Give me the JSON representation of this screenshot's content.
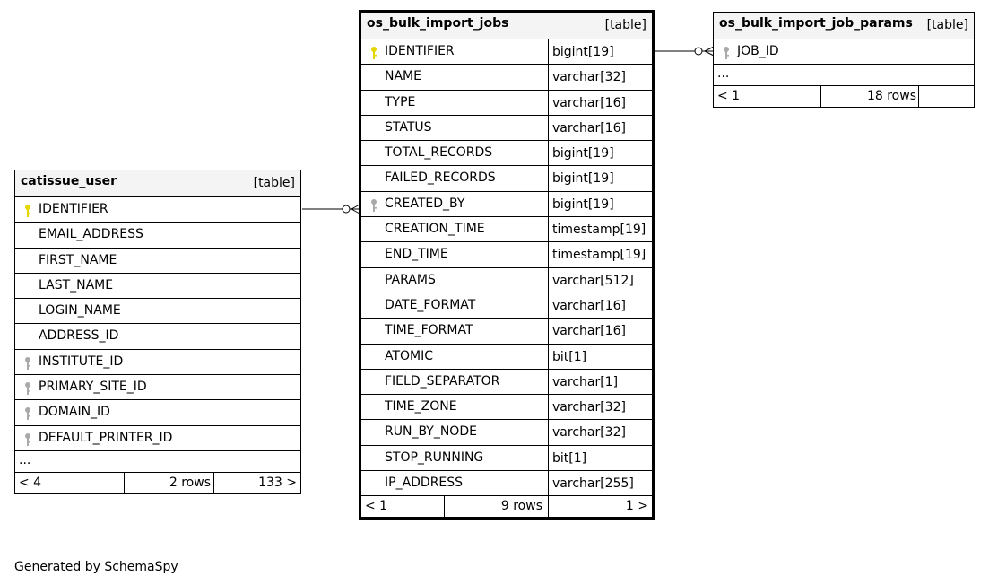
{
  "tables": {
    "catissue_user": {
      "name": "catissue_user",
      "type": "[table]",
      "columns": [
        {
          "name": "IDENTIFIER",
          "key": "primary"
        },
        {
          "name": "EMAIL_ADDRESS",
          "key": "none"
        },
        {
          "name": "FIRST_NAME",
          "key": "none"
        },
        {
          "name": "LAST_NAME",
          "key": "none"
        },
        {
          "name": "LOGIN_NAME",
          "key": "none"
        },
        {
          "name": "ADDRESS_ID",
          "key": "none"
        },
        {
          "name": "INSTITUTE_ID",
          "key": "foreign"
        },
        {
          "name": "PRIMARY_SITE_ID",
          "key": "foreign"
        },
        {
          "name": "DOMAIN_ID",
          "key": "foreign"
        },
        {
          "name": "DEFAULT_PRINTER_ID",
          "key": "foreign"
        }
      ],
      "ellipsis": "...",
      "footer": {
        "parents": "< 4",
        "rows": "2 rows",
        "children": "133 >"
      }
    },
    "os_bulk_import_jobs": {
      "name": "os_bulk_import_jobs",
      "type": "[table]",
      "columns": [
        {
          "name": "IDENTIFIER",
          "type": "bigint[19]",
          "key": "primary"
        },
        {
          "name": "NAME",
          "type": "varchar[32]",
          "key": "none"
        },
        {
          "name": "TYPE",
          "type": "varchar[16]",
          "key": "none"
        },
        {
          "name": "STATUS",
          "type": "varchar[16]",
          "key": "none"
        },
        {
          "name": "TOTAL_RECORDS",
          "type": "bigint[19]",
          "key": "none"
        },
        {
          "name": "FAILED_RECORDS",
          "type": "bigint[19]",
          "key": "none"
        },
        {
          "name": "CREATED_BY",
          "type": "bigint[19]",
          "key": "foreign"
        },
        {
          "name": "CREATION_TIME",
          "type": "timestamp[19]",
          "key": "none"
        },
        {
          "name": "END_TIME",
          "type": "timestamp[19]",
          "key": "none"
        },
        {
          "name": "PARAMS",
          "type": "varchar[512]",
          "key": "none"
        },
        {
          "name": "DATE_FORMAT",
          "type": "varchar[16]",
          "key": "none"
        },
        {
          "name": "TIME_FORMAT",
          "type": "varchar[16]",
          "key": "none"
        },
        {
          "name": "ATOMIC",
          "type": "bit[1]",
          "key": "none"
        },
        {
          "name": "FIELD_SEPARATOR",
          "type": "varchar[1]",
          "key": "none"
        },
        {
          "name": "TIME_ZONE",
          "type": "varchar[32]",
          "key": "none"
        },
        {
          "name": "RUN_BY_NODE",
          "type": "varchar[32]",
          "key": "none"
        },
        {
          "name": "STOP_RUNNING",
          "type": "bit[1]",
          "key": "none"
        },
        {
          "name": "IP_ADDRESS",
          "type": "varchar[255]",
          "key": "none"
        }
      ],
      "footer": {
        "parents": "< 1",
        "rows": "9 rows",
        "children": "1 >"
      }
    },
    "os_bulk_import_job_params": {
      "name": "os_bulk_import_job_params",
      "type": "[table]",
      "columns": [
        {
          "name": "JOB_ID",
          "key": "foreign"
        }
      ],
      "ellipsis": "...",
      "footer": {
        "parents": "< 1",
        "rows": "18 rows",
        "children": ""
      }
    }
  },
  "generated_by": "Generated by SchemaSpy",
  "colors": {
    "primary_key": "#e6d600",
    "foreign_key": "#aaaaaa",
    "header_bg": "#f4f4f4"
  }
}
